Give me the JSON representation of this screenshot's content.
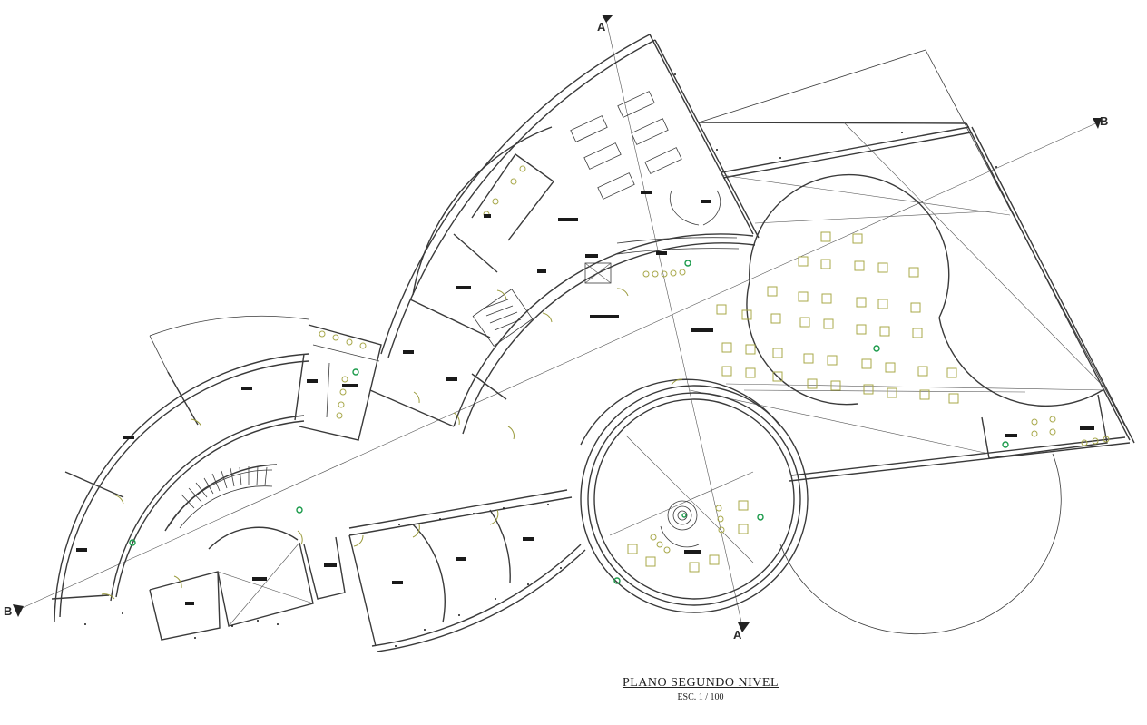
{
  "title": "PLANO SEGUNDO NIVEL",
  "scale": "ESC. 1 / 100",
  "section_markers": {
    "a_top": "A",
    "a_bottom": "A",
    "b_left": "B",
    "b_right": "B"
  },
  "colors": {
    "walls": "#3a3a3a",
    "furniture": "#a8a84a",
    "symbols": "#1a9a4a"
  }
}
